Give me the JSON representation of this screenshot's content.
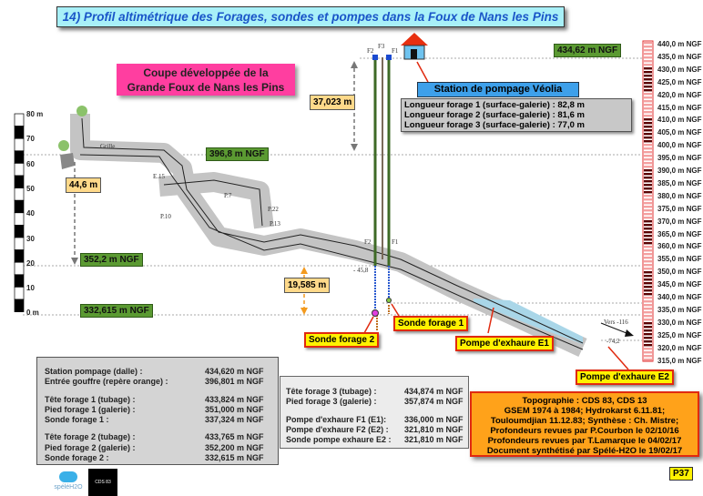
{
  "title": "14) Profil altimétrique des Forages, sondes et pompes dans la Foux de Nans les Pins",
  "subtitle_line1": "Coupe développée de la",
  "subtitle_line2": "Grande Foux de Nans les Pins",
  "station": {
    "label": "Station de pompage Véolia",
    "lengths": [
      "Longueur forage 1 (surface-galerie) : 82,8 m",
      "Longueur forage 2 (surface-galerie) : 81,6 m",
      "Longueur forage 3 (surface-galerie) : 77,0 m"
    ]
  },
  "levels": {
    "top": "434,62 m NGF",
    "entrance": "396,8 m NGF",
    "gallery": "352,2 m NGF",
    "sonde": "332,615 m NGF"
  },
  "distances": {
    "d1": "37,023 m",
    "d2": "44,6 m",
    "d3": "19,585 m"
  },
  "callouts": {
    "sonde2": "Sonde forage 2",
    "sonde1": "Sonde forage 1",
    "pompe_e1": "Pompe d'exhaure E1",
    "pompe_e2": "Pompe d'exhaure E2"
  },
  "cave_labels": {
    "f1": "F1",
    "f2": "F2",
    "f3": "F3",
    "grille": "Grille",
    "e15": "E.15",
    "p10": "P.10",
    "p7": "P.7",
    "p22": "P.22",
    "p13": "P.13",
    "d458": "- 45,8",
    "d742": "-74,2",
    "vers": "Vers -116"
  },
  "left_scale": [
    "80 m",
    "70",
    "60",
    "50",
    "40",
    "30",
    "20",
    "10",
    "0 m"
  ],
  "right_scale": [
    "440,0 m NGF",
    "435,0 m NGF",
    "430,0 m NGF",
    "425,0 m NGF",
    "420,0 m NGF",
    "415,0 m NGF",
    "410,0 m NGF",
    "405,0 m NGF",
    "400,0 m NGF",
    "395,0 m NGF",
    "390,0 m NGF",
    "385,0 m NGF",
    "380,0 m NGF",
    "375,0 m NGF",
    "370,0 m NGF",
    "365,0 m NGF",
    "360,0 m NGF",
    "355,0 m NGF",
    "350,0 m NGF",
    "345,0 m NGF",
    "340,0 m NGF",
    "335,0 m NGF",
    "330,0 m NGF",
    "325,0 m NGF",
    "320,0 m NGF",
    "315,0 m NGF"
  ],
  "info1": [
    [
      {
        "k": "Station pompage (dalle) :",
        "v": "434,620 m NGF"
      },
      {
        "k": "Entrée gouffre (repère orange) :",
        "v": "396,801 m NGF"
      }
    ],
    [
      {
        "k": "Tête forage 1 (tubage) :",
        "v": "433,824 m NGF"
      },
      {
        "k": "Pied forage 1 (galerie) :",
        "v": "351,000 m NGF"
      },
      {
        "k": "Sonde forage 1 :",
        "v": "337,324 m NGF"
      }
    ],
    [
      {
        "k": "Tête forage 2 (tubage) :",
        "v": "433,765 m NGF"
      },
      {
        "k": "Pied forage 2 (galerie) :",
        "v": "352,200 m NGF"
      },
      {
        "k": "Sonde forage 2 :",
        "v": "332,615 m NGF"
      }
    ]
  ],
  "info2": [
    [
      {
        "k": "Tête forage 3 (tubage) :",
        "v": "434,874 m NGF"
      },
      {
        "k": "Pied forage 3 (galerie) :",
        "v": "357,874 m NGF"
      }
    ],
    [
      {
        "k": "Pompe d'exhaure F1 (E1):",
        "v": "336,000 m NGF"
      },
      {
        "k": "Pompe d'exhaure F2 (E2) :",
        "v": "321,810 m NGF"
      },
      {
        "k": "Sonde pompe exhaure E2 :",
        "v": "321,810 m NGF"
      }
    ]
  ],
  "credits": [
    "Topographie : CDS 83, CDS 13",
    "GSEM 1974 à 1984; Hydrokarst 6.11.81;",
    "Touloumdjian 11.12.83; Synthèse : Ch. Mistre;",
    "Profondeurs revues par P.Courbon le 02/10/16",
    "Profondeurs revues par T.Lamarque le 04/02/17",
    "Document synthétisé par Spélé-H2O le 19/02/17"
  ],
  "page": "P37",
  "logos": {
    "spele": "spéléH2O",
    "cds": "CDS 83"
  }
}
